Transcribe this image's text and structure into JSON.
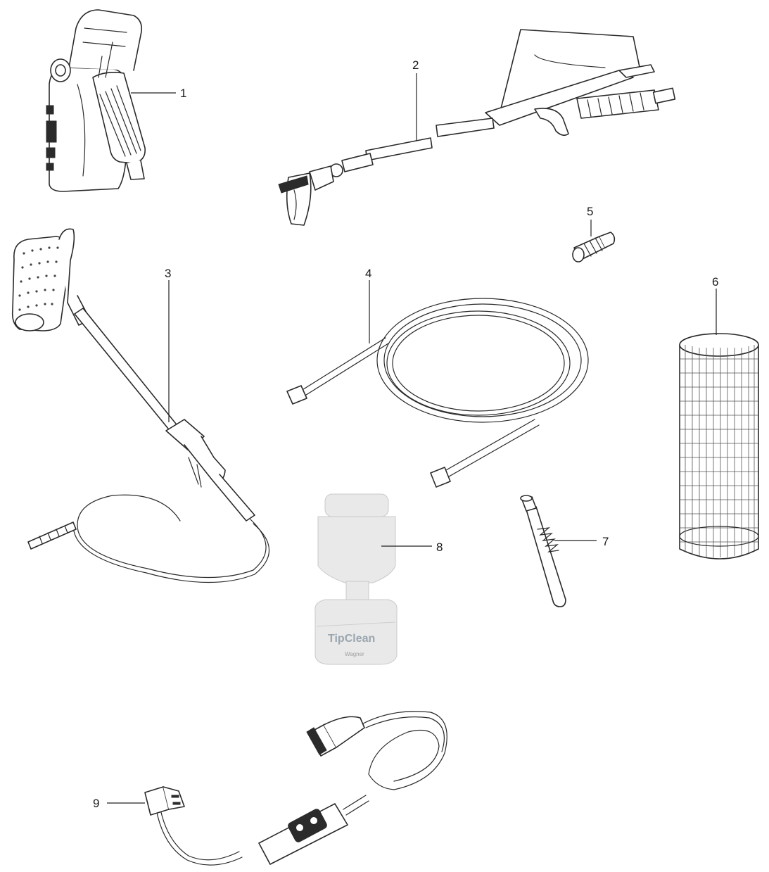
{
  "diagram": {
    "callouts": [
      {
        "id": "1",
        "text": "1"
      },
      {
        "id": "2",
        "text": "2"
      },
      {
        "id": "3",
        "text": "3"
      },
      {
        "id": "4",
        "text": "4"
      },
      {
        "id": "5",
        "text": "5"
      },
      {
        "id": "6",
        "text": "6"
      },
      {
        "id": "7",
        "text": "7"
      },
      {
        "id": "8",
        "text": "8"
      },
      {
        "id": "9",
        "text": "9"
      }
    ],
    "bottle_label": "TipClean",
    "bottle_brand": "Wagner"
  }
}
